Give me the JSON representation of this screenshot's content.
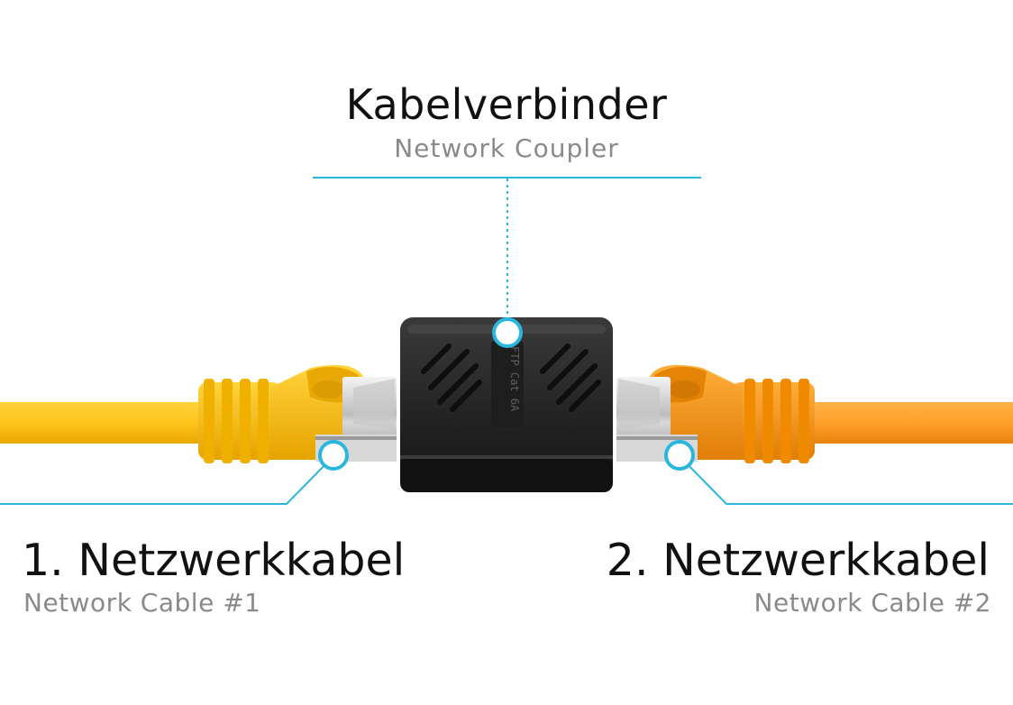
{
  "colors": {
    "callout_line": "#2bb6de",
    "cable_1": "#ffc21a",
    "cable_2": "#ff9a1f",
    "coupler_body": "#2a2a2a",
    "title_text": "#111111",
    "subtitle_text": "#8a8a8a"
  },
  "labels": {
    "coupler": {
      "title": "Kabelverbinder",
      "subtitle": "Network Coupler"
    },
    "cable_1": {
      "title": "1. Netzwerkkabel",
      "subtitle": "Network Cable #1"
    },
    "cable_2": {
      "title": "2. Netzwerkkabel",
      "subtitle": "Network Cable #2"
    }
  },
  "coupler_marking": "FTP Cat 6A",
  "icons": [
    "coupler-illustration",
    "rj45-plug-left",
    "rj45-plug-right",
    "callout-dot"
  ]
}
